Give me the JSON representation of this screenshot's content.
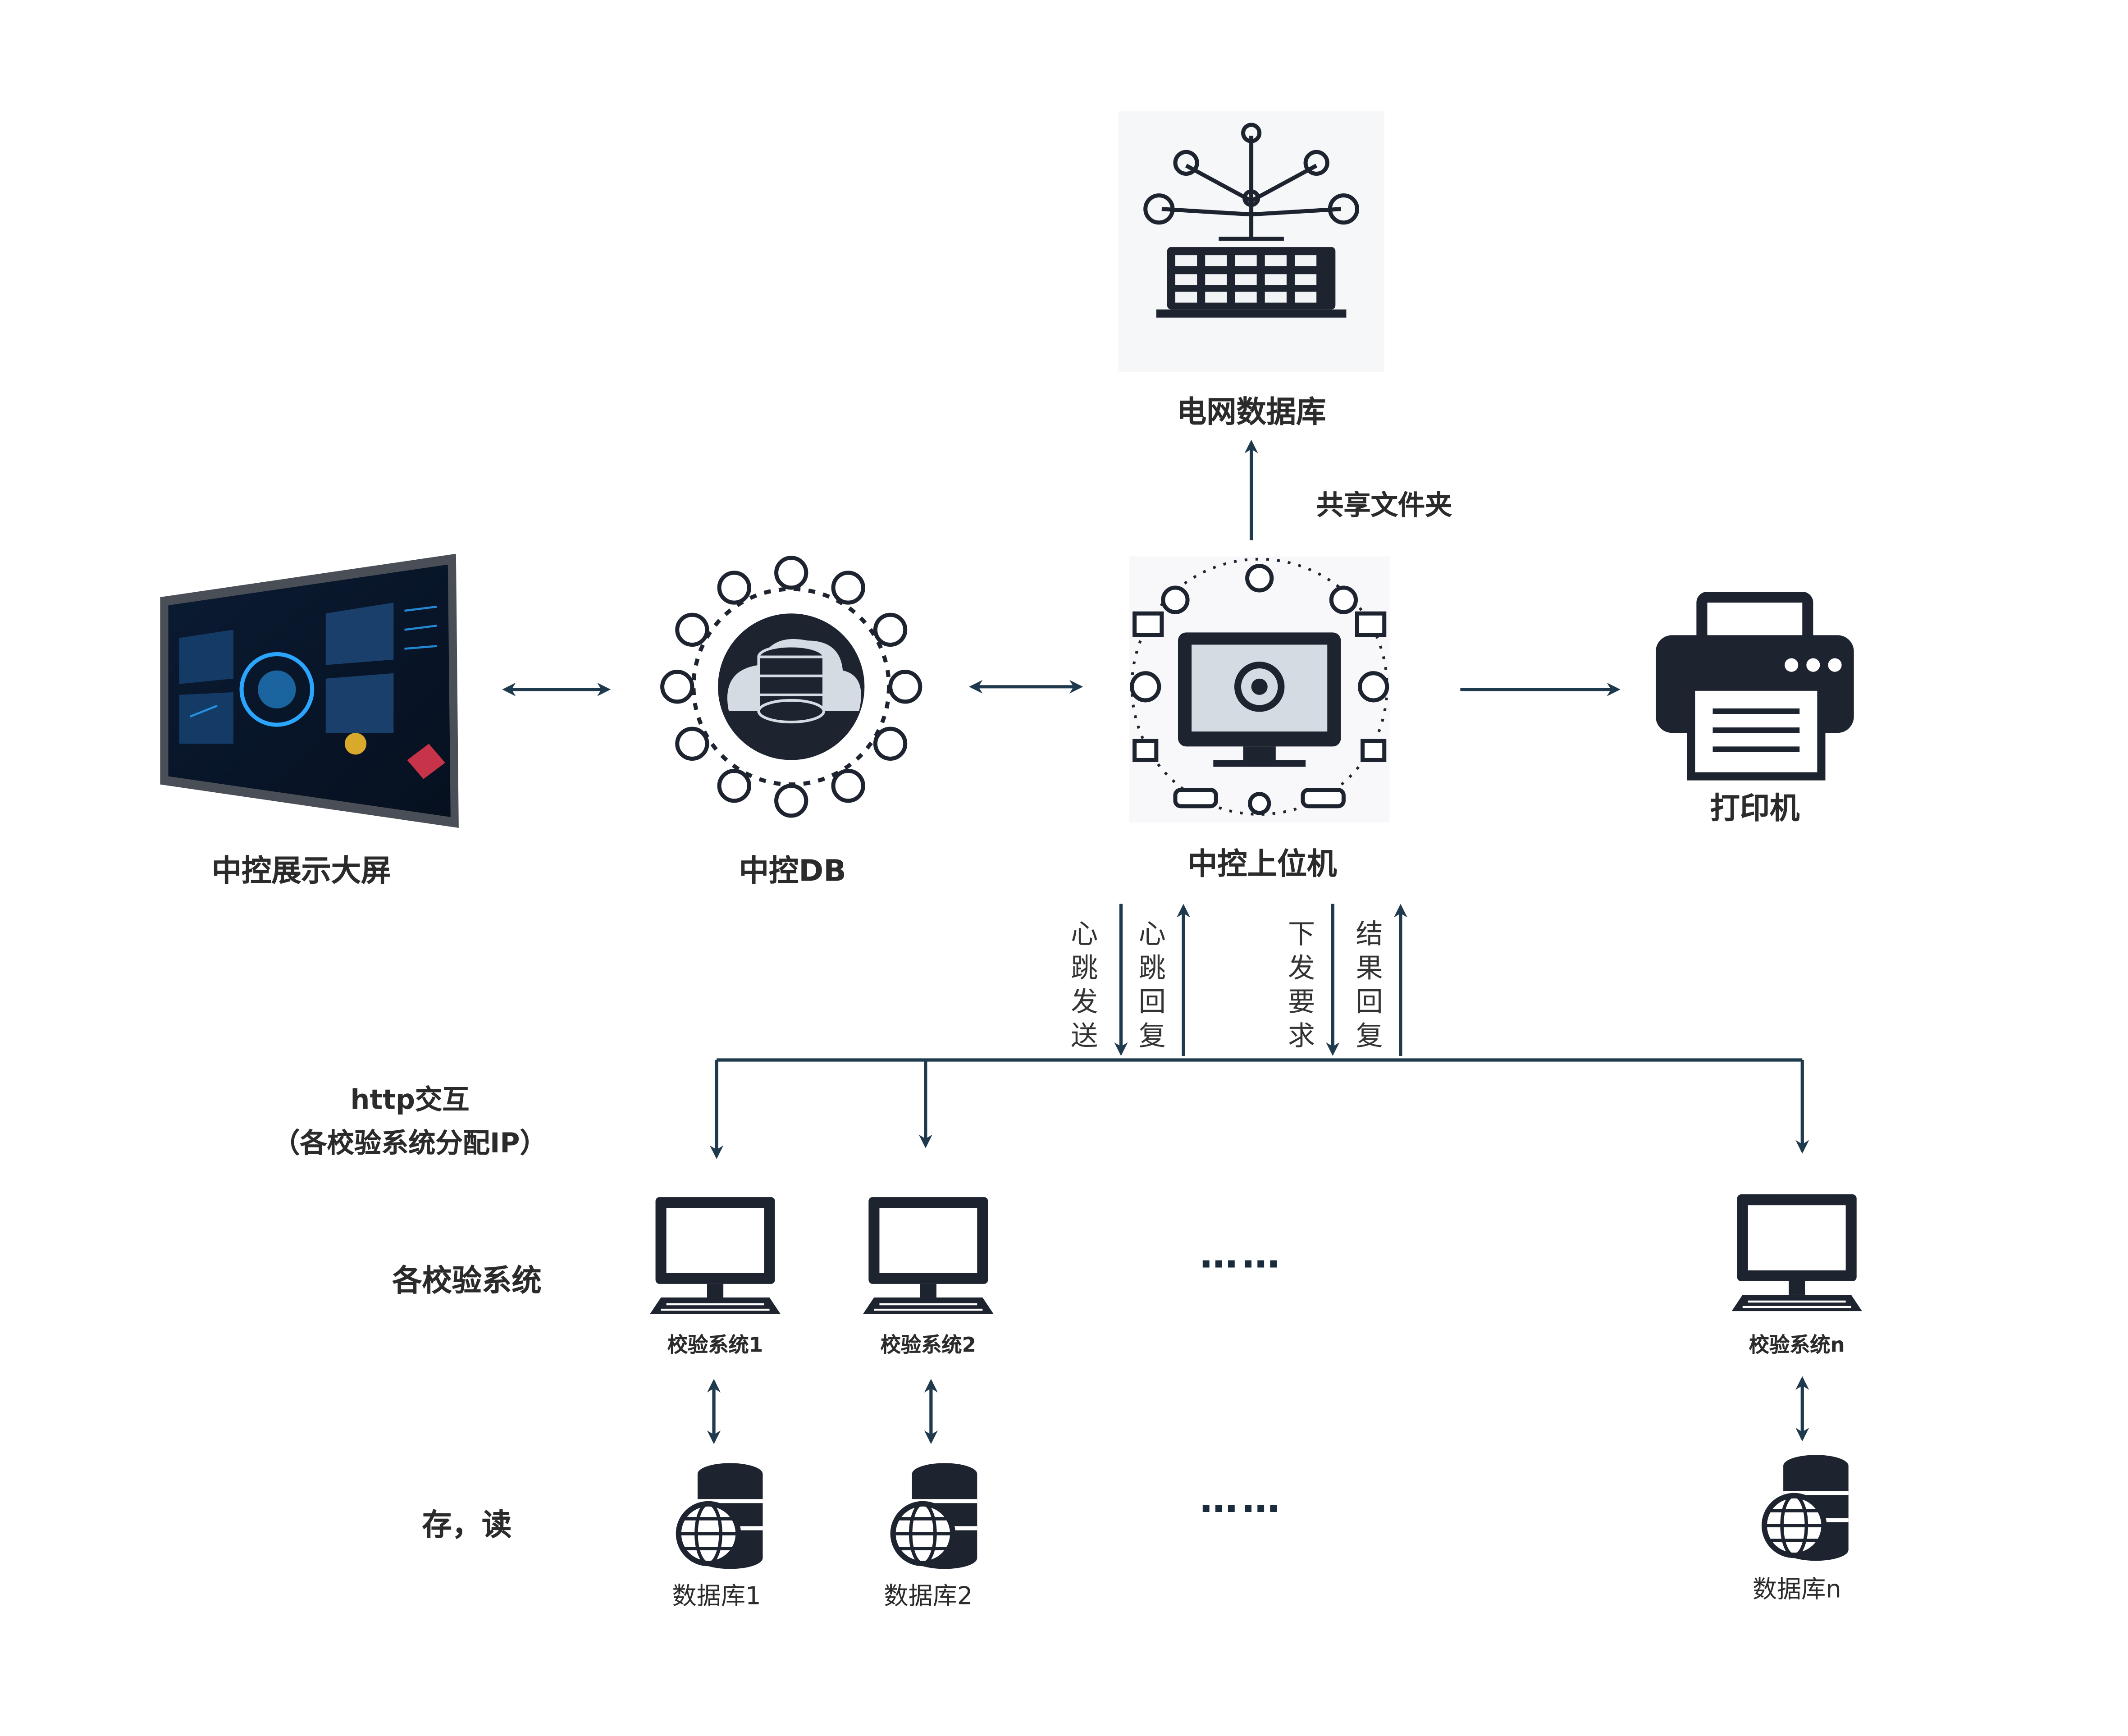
{
  "nodes": {
    "grid_db": {
      "label": "电网数据库",
      "icon": "network-database-icon"
    },
    "screen": {
      "label": "中控展示大屏",
      "icon": "dashboard-screen-icon"
    },
    "central_db": {
      "label": "中控DB",
      "icon": "cloud-database-icon"
    },
    "host": {
      "label": "中控上位机",
      "icon": "computer-hub-icon"
    },
    "printer": {
      "label": "打印机",
      "icon": "printer-icon"
    }
  },
  "edges": {
    "shared_folder": "共享文件夹",
    "heartbeat_send": "心跳发送",
    "heartbeat_reply": "心跳回复",
    "issue_request": "下发要求",
    "result_reply": "结果回复",
    "http_title": "http交互",
    "http_sub": "（各校验系统分配IP）"
  },
  "rows": {
    "systems_label": "各校验系统",
    "storage_label": "存，读",
    "ellipsis": "……"
  },
  "systems": [
    {
      "name": "校验系统1",
      "db": "数据库1"
    },
    {
      "name": "校验系统2",
      "db": "数据库2"
    },
    {
      "name": "校验系统n",
      "db": "数据库n"
    }
  ],
  "colors": {
    "arrow": "#1f3a4d",
    "icon": "#1d2430",
    "screen_glow": "#2aa6ff"
  }
}
